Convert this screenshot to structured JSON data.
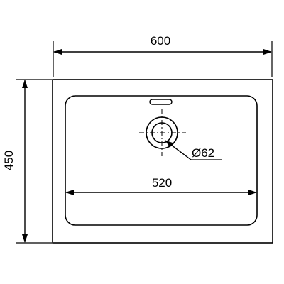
{
  "dimensions": {
    "overall_width": "600",
    "overall_height": "450",
    "bowl_width": "520",
    "drain_diameter": "Ø62"
  },
  "colors": {
    "line": "#000000",
    "background": "#ffffff"
  }
}
